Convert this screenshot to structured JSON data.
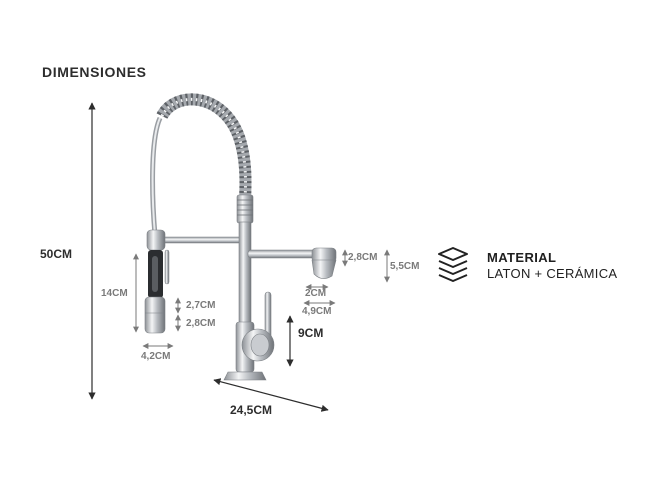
{
  "title": "DIMENSIONES",
  "dimensions": {
    "total_height": "50CM",
    "sprayer_height": "14CM",
    "sprayer_head_top": "2,7CM",
    "sprayer_head_bottom": "2,8CM",
    "sprayer_width": "4,2CM",
    "spout_outlet_height": "2,8CM",
    "spout_total_height": "5,5CM",
    "spout_outlet_width": "2CM",
    "spout_tip_width": "4,9CM",
    "base_height": "9CM",
    "reach": "24,5CM"
  },
  "material": {
    "icon": "layers-icon",
    "label": "MATERIAL",
    "value": "LATON + CERÁMICA"
  }
}
